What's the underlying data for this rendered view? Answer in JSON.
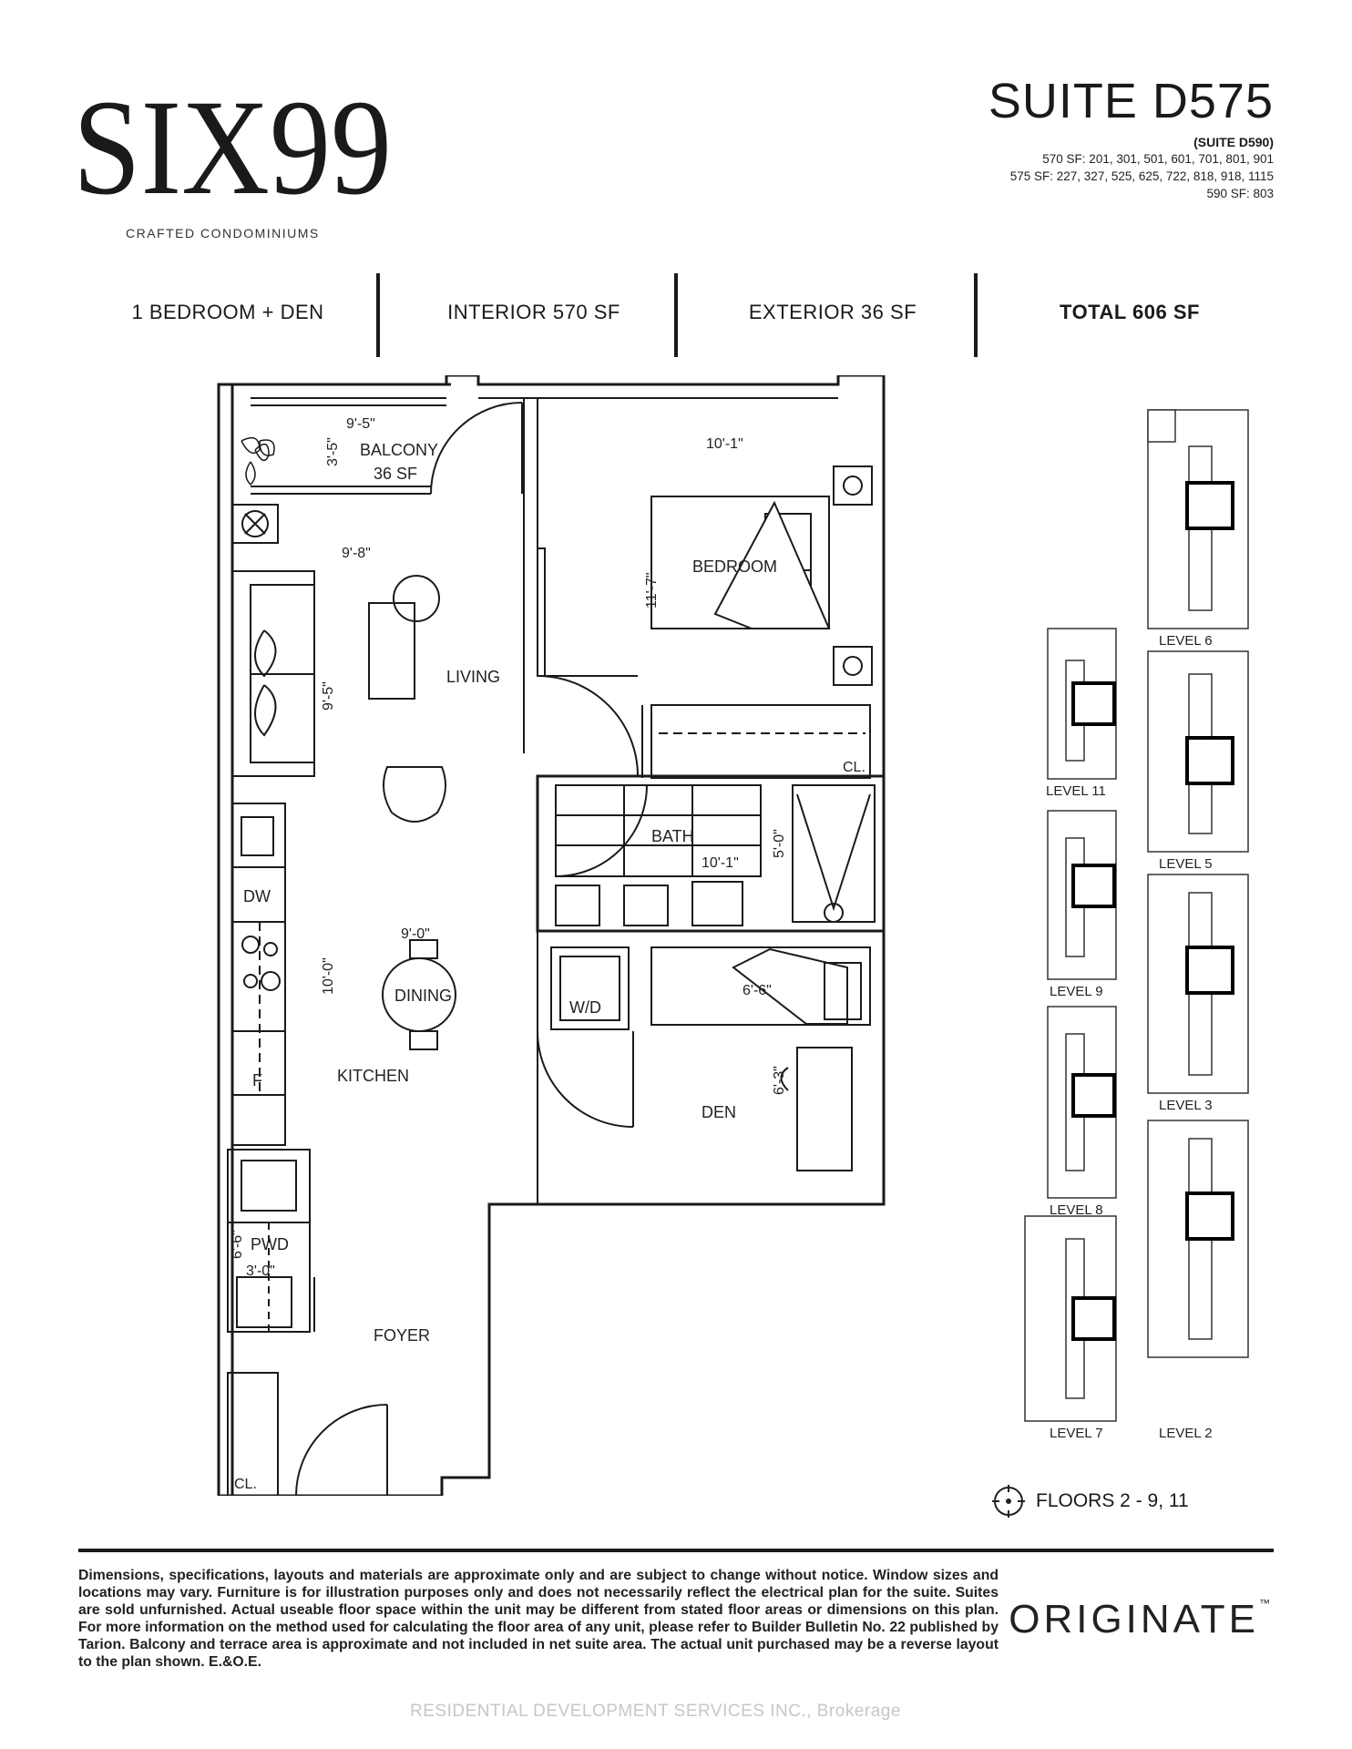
{
  "header": {
    "logo_text": "SIX99",
    "logo_subtitle": "CRAFTED CONDOMINIUMS",
    "suite_title": "SUITE D575",
    "suite_alt": "(SUITE D590)",
    "unit_lines": [
      "570 SF: 201, 301, 501, 601, 701, 801, 901",
      "575 SF: 227, 327, 525, 625, 722, 818, 918, 1115",
      "590 SF: 803"
    ]
  },
  "stats": {
    "type": "1 BEDROOM + DEN",
    "interior": "INTERIOR 570 SF",
    "exterior": "EXTERIOR 36 SF",
    "total": "TOTAL 606 SF"
  },
  "plan": {
    "balcony": "BALCONY",
    "balcony_area": "36 SF",
    "balcony_width": "9'-5\"",
    "balcony_depth": "3'-5\"",
    "bedroom": "BEDROOM",
    "bedroom_width": "10'-1\"",
    "bedroom_depth": "11'-7\"",
    "closet": "CL.",
    "living": "LIVING",
    "living_width": "9'-8\"",
    "living_depth": "9'-5\"",
    "bath": "BATH",
    "bath_width": "10'-1\"",
    "bath_depth": "5'-0\"",
    "dw": "DW",
    "dining": "DINING",
    "dining_width": "9'-0\"",
    "kitchen_depth": "10'-0\"",
    "kitchen": "KITCHEN",
    "fridge": "F",
    "wd": "W/D",
    "den": "DEN",
    "den_width": "6'-6\"",
    "den_depth": "6'-3\"",
    "pwd": "PWD",
    "pwd_width": "3'-0\"",
    "pwd_depth": "6'-6\"",
    "foyer": "FOYER",
    "foyer_closet": "CL."
  },
  "keyplan": {
    "levels": [
      "LEVEL 6",
      "LEVEL 11",
      "LEVEL 5",
      "LEVEL 9",
      "LEVEL 3",
      "LEVEL 8",
      "LEVEL 7",
      "LEVEL 2"
    ]
  },
  "floors_label": "FLOORS 2 - 9, 11",
  "disclaimer": "Dimensions, specifications, layouts and materials are approximate only and are subject to change without notice. Window sizes and locations may vary. Furniture is for illustration purposes only and does not necessarily reflect the electrical plan for the suite. Suites are sold unfurnished. Actual useable floor space within the unit may be different from stated floor areas or dimensions on this plan. For more information on the method used for calculating the floor area of any unit, please refer to Builder Bulletin No. 22 published by Tarion. Balcony and terrace area is approximate and not included in net suite area. The actual unit purchased may be a reverse layout to the plan shown. E.&O.E.",
  "brand": "ORIGINATE",
  "brand_tm": "™",
  "watermark": "RESIDENTIAL DEVELOPMENT SERVICES INC., Brokerage"
}
